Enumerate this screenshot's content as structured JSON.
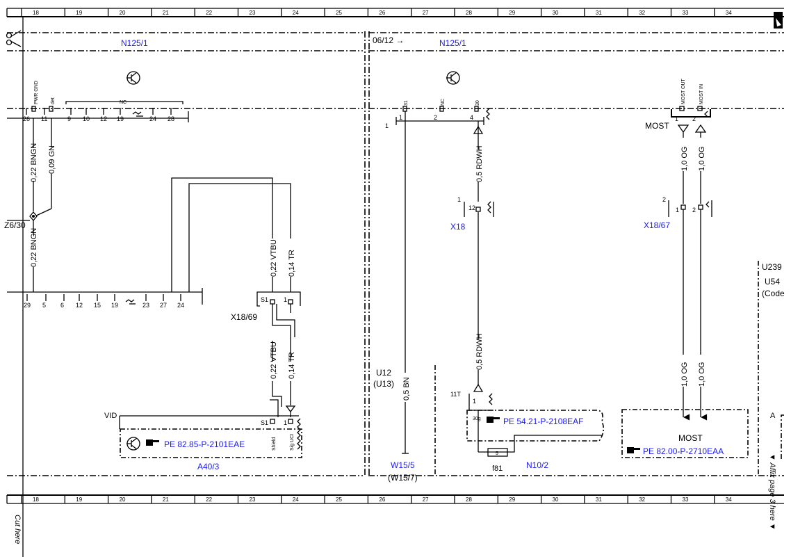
{
  "grid": {
    "cells": [
      "18",
      "19",
      "20",
      "21",
      "22",
      "23",
      "24",
      "25",
      "26",
      "27",
      "28",
      "29",
      "30",
      "31",
      "32",
      "33",
      "34"
    ],
    "cut_label": "Cut here",
    "affix_label": "▼ Affix page 3 here ▼"
  },
  "left": {
    "module_label": "N125/1",
    "top_pins": [
      "26",
      "11",
      "9",
      "10",
      "12",
      "19",
      "24",
      "28"
    ],
    "nc_label": "NC",
    "pwr_gnd_label": "PWR GND",
    "det_label": "det",
    "wire_a": "0,22 BNGN",
    "wire_b": "0,09 GN",
    "wire_c": "0,22 BNGN",
    "splice_label": "Z6/30",
    "bottom_pins": [
      "29",
      "5",
      "6",
      "12",
      "15",
      "19",
      "23",
      "27",
      "24"
    ],
    "wire_vtbu_1": "0,22 VTBU",
    "wire_tr_1": "0,14 TR",
    "connector_label": "X18/69",
    "conn_pin_s1": "S1",
    "conn_pin_1": "1",
    "wire_vtbu_2": "0,22 VTBU",
    "wire_tr_2": "0,14 TR",
    "vid_label": "VID",
    "shield_label": "Shield",
    "sig_label": "Sig UCI",
    "pe_ref": "PE 82.85-P-2101EAE",
    "component_label": "A40/3"
  },
  "right": {
    "page_ref": "06/12 →",
    "module_label": "N125/1",
    "top_pins": [
      "1",
      "2",
      "4"
    ],
    "pin_tags": [
      "31",
      "NC",
      "30"
    ],
    "pin_1_left": "1",
    "wire_rdwh_1": "0,5 RDWH",
    "x18_pin_outer": "1",
    "x18_pin_inner": "12",
    "x18_label": "X18",
    "wire_rdwh_2": "0,5 RDWH",
    "pin_11t": "11T",
    "n102_pin_1": "1",
    "n102_pin_30g": "30g",
    "n102_pe": "PE 54.21-P-2108EAF",
    "fuse_num": "5",
    "fuse_label": "f81",
    "n102_label": "N10/2",
    "u12_label": "U12",
    "u13_label": "(U13)",
    "wire_bn": "0,5 BN",
    "w155_label": "W15/5",
    "w157_label": "(W15/7)",
    "most_label": "MOST",
    "most_out": "MOST OUT",
    "most_in": "MOST IN",
    "most_pins": [
      "1",
      "2"
    ],
    "wire_og_1": "1,0 OG",
    "wire_og_2": "1,0 OG",
    "x1867_outer": "2",
    "x1867_pins": [
      "1",
      "2"
    ],
    "x1867_label": "X18/67",
    "wire_og_3": "1,0 OG",
    "wire_og_4": "1,0 OG",
    "most_box_label": "MOST",
    "most_pe": "PE 82.00-P-2710EAA",
    "u239": "U239",
    "u54": "U54",
    "code": "(Code",
    "a_label": "A"
  }
}
